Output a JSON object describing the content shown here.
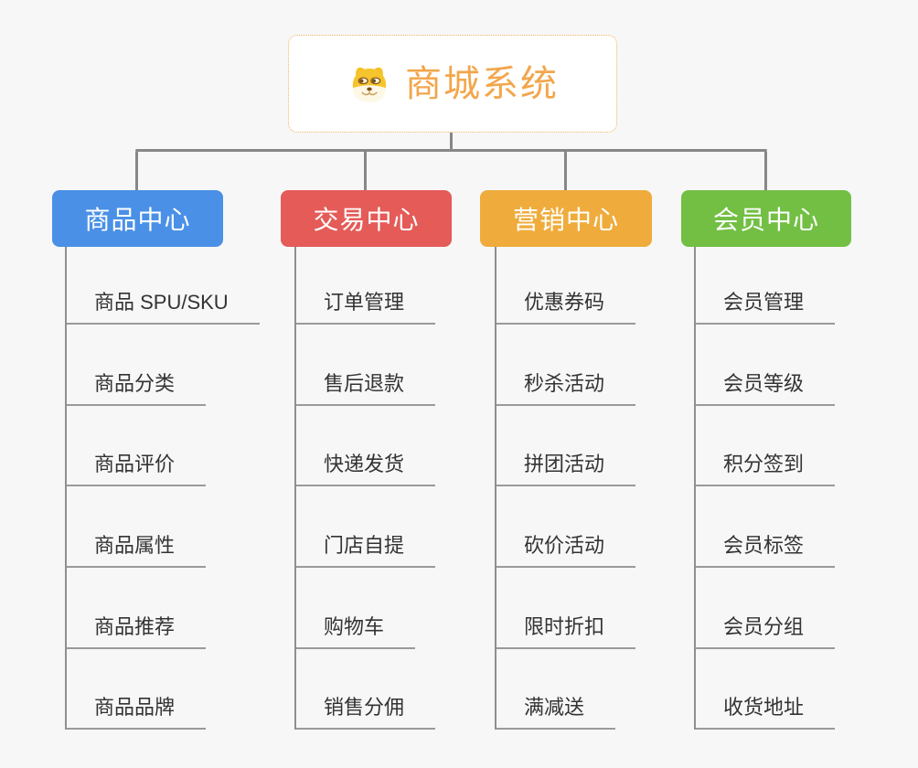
{
  "page": {
    "background_color": "#f7f7f7",
    "connector_color": "#878787",
    "underline_color": "#9a9a9a",
    "leaf_text_color": "#333333"
  },
  "root": {
    "title": "商城系统",
    "icon": "shiba-dog-icon",
    "text_color": "#f2a64b",
    "border_color": "#f2b05c",
    "background": "#ffffff"
  },
  "branches": [
    {
      "label": "商品中心",
      "color": "#4a90e6",
      "items": [
        "商品 SPU/SKU",
        "商品分类",
        "商品评价",
        "商品属性",
        "商品推荐",
        "商品品牌"
      ]
    },
    {
      "label": "交易中心",
      "color": "#e45b58",
      "items": [
        "订单管理",
        "售后退款",
        "快递发货",
        "门店自提",
        "购物车",
        "销售分佣"
      ]
    },
    {
      "label": "营销中心",
      "color": "#efac3c",
      "items": [
        "优惠券码",
        "秒杀活动",
        "拼团活动",
        "砍价活动",
        "限时折扣",
        "满减送"
      ]
    },
    {
      "label": "会员中心",
      "color": "#72bf44",
      "items": [
        "会员管理",
        "会员等级",
        "积分签到",
        "会员标签",
        "会员分组",
        "收货地址"
      ]
    }
  ]
}
